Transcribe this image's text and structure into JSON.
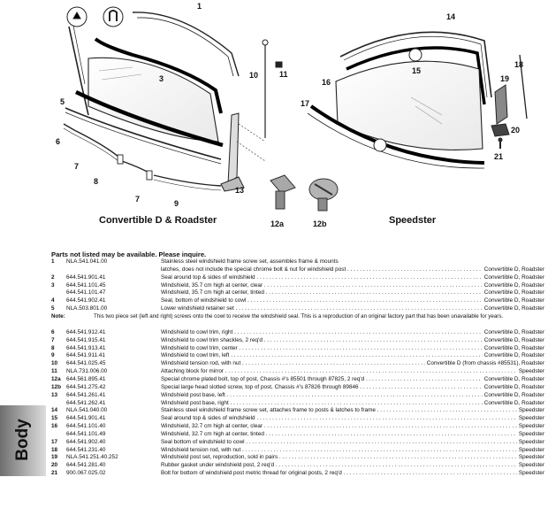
{
  "diagram": {
    "callouts_left": [
      "1",
      "3",
      "5",
      "6",
      "7",
      "7",
      "8",
      "9",
      "10",
      "11",
      "12a",
      "12b",
      "13"
    ],
    "callouts_right": [
      "14",
      "15",
      "16",
      "17",
      "18",
      "19",
      "20",
      "21"
    ],
    "caption_left": "Convertible D & Roadster",
    "caption_right": "Speedster"
  },
  "section_tab": "Body",
  "table": {
    "header": "Parts not listed may be available. Please inquire.",
    "rows": [
      {
        "n": "1",
        "p": "NLA.541.041.00",
        "d": "Stainless steel windshield frame screw set, assembles frame & mounts",
        "a": ""
      },
      {
        "n": "",
        "p": "",
        "d": "latches, does not include the special chrome bolt & nut for windshield post",
        "a": "Convertible D, Roadster"
      },
      {
        "n": "2",
        "p": "644.541.901.41",
        "d": "Seal around top & sides of windshield",
        "a": "Convertible D, Roadster"
      },
      {
        "n": "3",
        "p": "644.541.101.45",
        "d": "Windshield, 35.7 cm high at center, clear",
        "a": "Convertible D, Roadster"
      },
      {
        "n": "",
        "p": "644.541.101.47",
        "d": "Windshield, 35.7 cm high at center, tinted",
        "a": "Convertible D, Roadster"
      },
      {
        "n": "4",
        "p": "644.541.902.41",
        "d": "Seal, bottom of windshield to cowl",
        "a": "Convertible D, Roadster"
      },
      {
        "n": "5",
        "p": "NLA.503.801.00",
        "d": "Lower windshield retainer set",
        "a": "Convertible D, Roadster"
      }
    ],
    "note_label": "Note:",
    "note_text": "This two piece set (left and right) screws onto the cowl to receive the windshield seal. This is a reproduction of an original factory part that has been unavailable for years.",
    "rows2": [
      {
        "n": "6",
        "p": "644.541.912.41",
        "d": "Windshield to cowl trim, right",
        "a": "Convertible D, Roadster"
      },
      {
        "n": "7",
        "p": "644.541.915.41",
        "d": "Windshield to cowl trim shackles, 2 req'd",
        "a": "Convertible D, Roadster"
      },
      {
        "n": "8",
        "p": "644.541.913.41",
        "d": "Windshield to cowl trim, center",
        "a": "Convertible D, Roadster"
      },
      {
        "n": "9",
        "p": "644.541.911.41",
        "d": "Windshield to cowl trim, left",
        "a": "Convertible D, Roadster"
      },
      {
        "n": "10",
        "p": "644.541.025.45",
        "d": "Windshield tension rod, with nut",
        "a": "Convertible D (from chassis #85531), Roadster"
      },
      {
        "n": "11",
        "p": "NLA.731.006.00",
        "d": "Attaching block for mirror",
        "a": "Speedster"
      },
      {
        "n": "12a",
        "p": "644.561.895.41",
        "d": "Special chrome plated bolt, top of post, Chassis #'s 85501 through 87825, 2 req'd",
        "a": "Convertible D, Roadster"
      },
      {
        "n": "12b",
        "p": "644.541.275.42",
        "d": "Special large head slotted screw, top of post, Chassis #'s 87826 through 89846",
        "a": "Convertible D, Roadster"
      },
      {
        "n": "13",
        "p": "644.541.261.41",
        "d": "Windshield post base, left",
        "a": "Convertible D, Roadster"
      },
      {
        "n": "",
        "p": "644.541.262.41",
        "d": "Windshield post base, right",
        "a": "Convertible D, Roadster"
      },
      {
        "n": "14",
        "p": "NLA.541.040.00",
        "d": "Stainless steel windshield frame screw set, attaches frame to posts & latches to frame",
        "a": "Speedster"
      },
      {
        "n": "15",
        "p": "644.541.901.41",
        "d": "Seal around top & sides of windshield",
        "a": "Speedster"
      },
      {
        "n": "16",
        "p": "644.541.101.40",
        "d": "Windshield, 32.7 cm high at center, clear",
        "a": "Speedster"
      },
      {
        "n": "",
        "p": "644.541.101.49",
        "d": "Windshield, 32.7 cm high at center, tinted",
        "a": "Speedster"
      },
      {
        "n": "17",
        "p": "644.541.902.40",
        "d": "Seal bottom of windshield to cowl",
        "a": "Speedster"
      },
      {
        "n": "18",
        "p": "644.541.231.40",
        "d": "Windshield tension rod, with nut",
        "a": "Speedster"
      },
      {
        "n": "19",
        "p": "NLA.541.251.40.252",
        "d": "Windshield post set, reproduction, sold in pairs",
        "a": "Speedster"
      },
      {
        "n": "20",
        "p": "644.541.281.40",
        "d": "Rubber gasket under windshield post, 2 req'd",
        "a": "Speedster"
      },
      {
        "n": "21",
        "p": "900.067.025.02",
        "d": "Bolt for bottom of windshield post metric thread for original posts, 2 req'd",
        "a": "Speedster"
      }
    ]
  }
}
